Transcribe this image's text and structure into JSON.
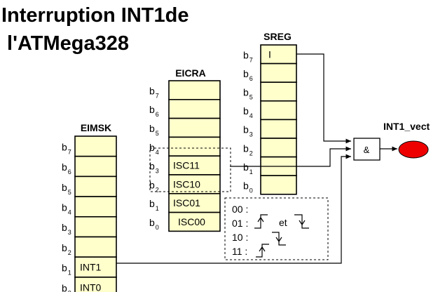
{
  "title": {
    "line1": "Interruption INT1de",
    "line2": " l'ATMega328"
  },
  "bit_letter": "b",
  "bit_indices": [
    "7",
    "6",
    "5",
    "4",
    "3",
    "2",
    "1",
    "0"
  ],
  "registers": {
    "eimsk": {
      "name": "EIMSK",
      "cells": [
        "",
        "",
        "",
        "",
        "",
        "",
        "INT1",
        "INT0"
      ]
    },
    "eicra": {
      "name": "EICRA",
      "cells": [
        "",
        "",
        "",
        "",
        "ISC11",
        "ISC10",
        "ISC01",
        "ISC00"
      ]
    },
    "sreg": {
      "name": "SREG",
      "cells": [
        "I",
        "",
        "",
        "",
        "",
        "",
        "",
        ""
      ]
    }
  },
  "gate": {
    "symbol": "&"
  },
  "output": {
    "label": "INT1_vect",
    "color": "#ee0000"
  },
  "legend": {
    "codes": [
      "00 :",
      "01 :",
      "10 :",
      "11 :"
    ],
    "et": "et"
  }
}
